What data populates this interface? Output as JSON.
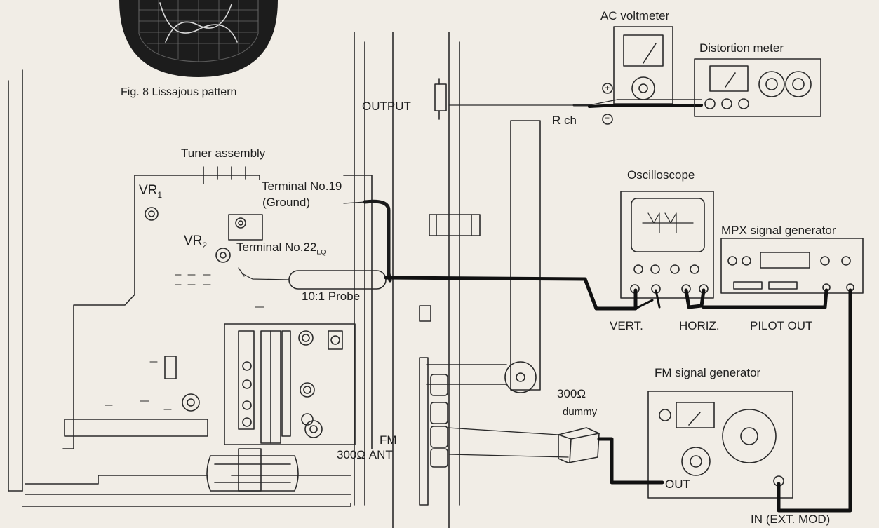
{
  "fig_caption": "Fig. 8  Lissajous pattern",
  "labels": {
    "ac_voltmeter": "AC voltmeter",
    "distortion_meter": "Distortion meter",
    "output": "OUTPUT",
    "r_ch": "R ch",
    "tuner_assembly": "Tuner assembly",
    "vr1_main": "VR",
    "vr1_sub": "1",
    "vr2_main": "VR",
    "vr2_sub": "2",
    "terminal19": "Terminal No.19",
    "ground": "(Ground)",
    "terminal22": "Terminal No.22",
    "terminal22_sub": "EQ",
    "probe": "10:1 Probe",
    "oscilloscope": "Oscilloscope",
    "mpx_generator": "MPX signal generator",
    "vert": "VERT.",
    "horiz": "HORIZ.",
    "pilot_out": "PILOT OUT",
    "fm_generator": "FM signal generator",
    "dummy_value": "300Ω",
    "dummy": "dummy",
    "fm": "FM",
    "ant": "300Ω ANT",
    "out": "OUT",
    "in_ext_mod": "IN (EXT. MOD)",
    "plus_sign": "+",
    "minus_sign": "−"
  }
}
